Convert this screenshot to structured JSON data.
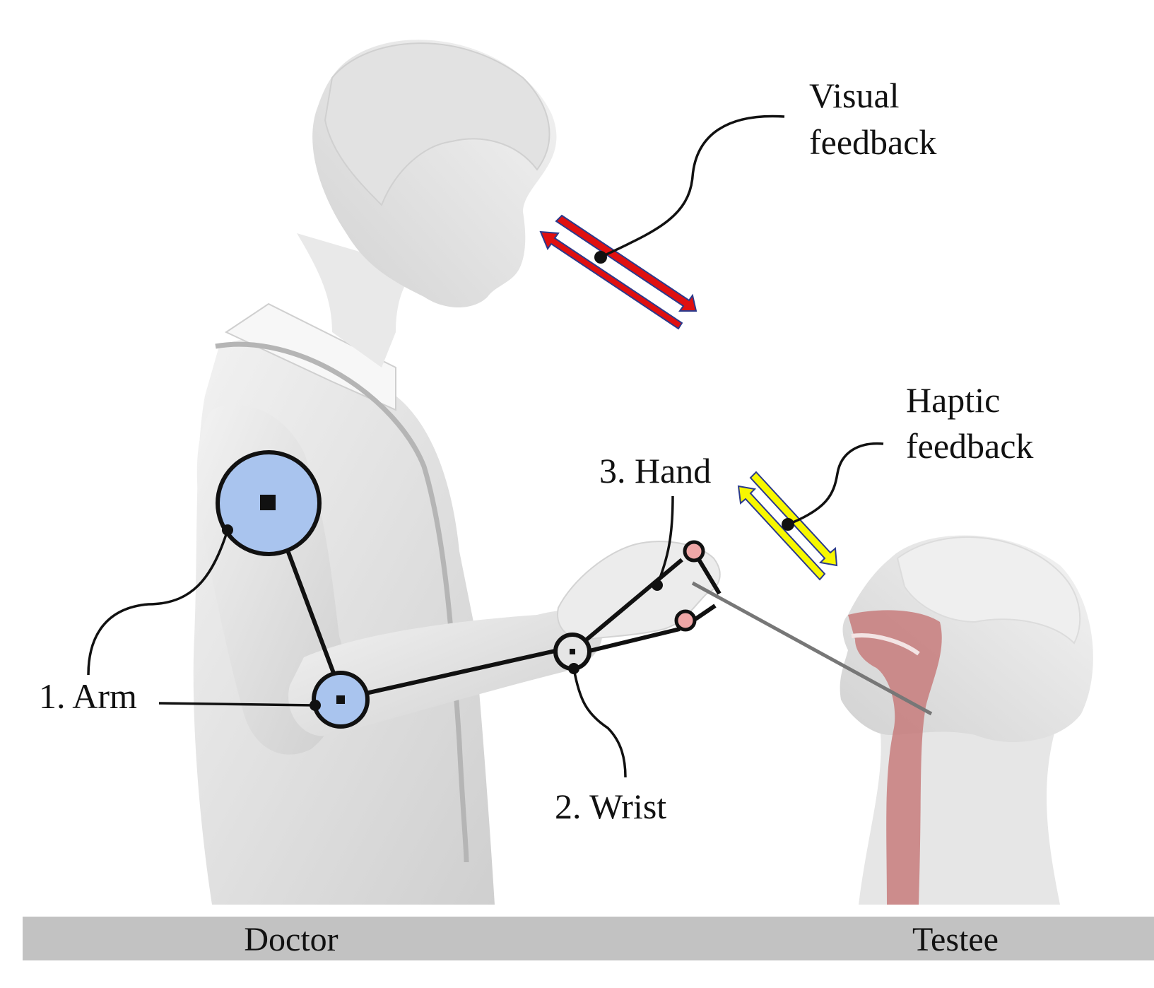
{
  "labels": {
    "visual_line1": "Visual",
    "visual_line2": "feedback",
    "haptic_line1": "Haptic",
    "haptic_line2": "feedback",
    "hand": "3. Hand",
    "arm": "1. Arm",
    "wrist": "2. Wrist"
  },
  "ground": {
    "left": "Doctor",
    "right": "Testee"
  },
  "colors": {
    "background": "#ffffff",
    "figure_fill": "#e4e4e4",
    "figure_shade": "#c9c9c9",
    "joint_blue": "#a9c4ee",
    "joint_pink": "#f0a7a7",
    "joint_light": "#e6e6e6",
    "visual_arrow": "#e01010",
    "visual_arrow_outline": "#2b3a8c",
    "haptic_arrow": "#f7f700",
    "haptic_arrow_outline": "#2b3a8c",
    "airway": "#c77b7b",
    "ground_bar": "#c2c2c2",
    "linkage": "#111111"
  }
}
